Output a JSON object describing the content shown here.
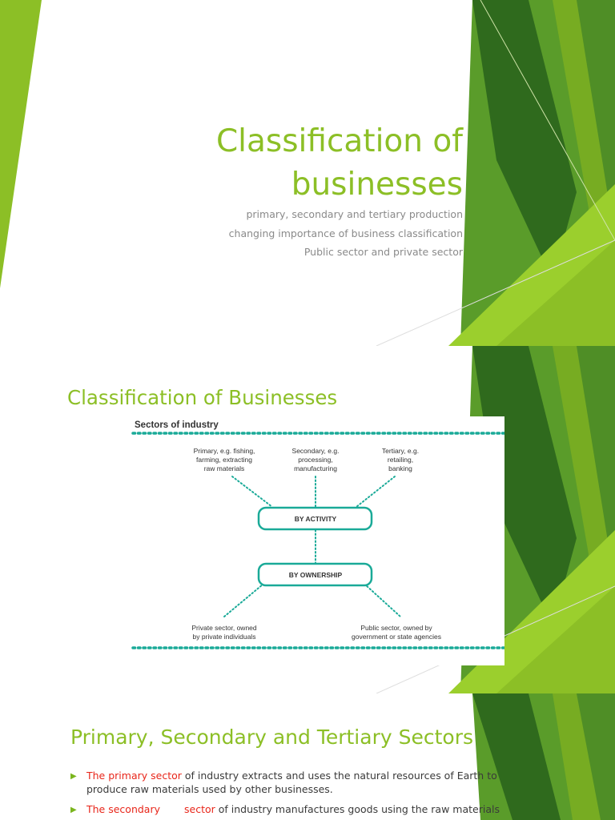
{
  "slide1": {
    "title_line1": "Classification of",
    "title_line2": "businesses",
    "subtitles": [
      "primary, secondary and tertiary production",
      "changing importance of business classification",
      "Public sector and private sector"
    ]
  },
  "slide2": {
    "title": "Classification of Businesses",
    "diagram": {
      "heading": "Sectors of industry",
      "activity_nodes": [
        {
          "line1": "Primary, e.g. fishing,",
          "line2": "farming, extracting",
          "line3": "raw materials"
        },
        {
          "line1": "Secondary, e.g.",
          "line2": "processing,",
          "line3": "manufacturing"
        },
        {
          "line1": "Tertiary, e.g.",
          "line2": "retailing,",
          "line3": "banking"
        }
      ],
      "by_activity": "BY ACTIVITY",
      "by_ownership": "BY OWNERSHIP",
      "ownership_nodes": [
        {
          "line1": "Private sector, owned",
          "line2": "by private individuals"
        },
        {
          "line1": "Public sector, owned by",
          "line2": "government or state agencies"
        }
      ]
    }
  },
  "slide3": {
    "title": "Primary, Secondary and Tertiary Sectors",
    "bullets": [
      {
        "highlight": "The primary sector",
        "text": " of industry extracts and uses the natural resources of Earth to produce raw materials used by other businesses."
      },
      {
        "highlight_a": "The secondary",
        "highlight_b": "sector",
        "text": " of industry manufactures goods using the raw materials"
      }
    ]
  },
  "colors": {
    "accent_green": "#8cbf26",
    "dark_green": "#2e6b1e",
    "teal": "#1aaa98",
    "red": "#e8261a"
  }
}
